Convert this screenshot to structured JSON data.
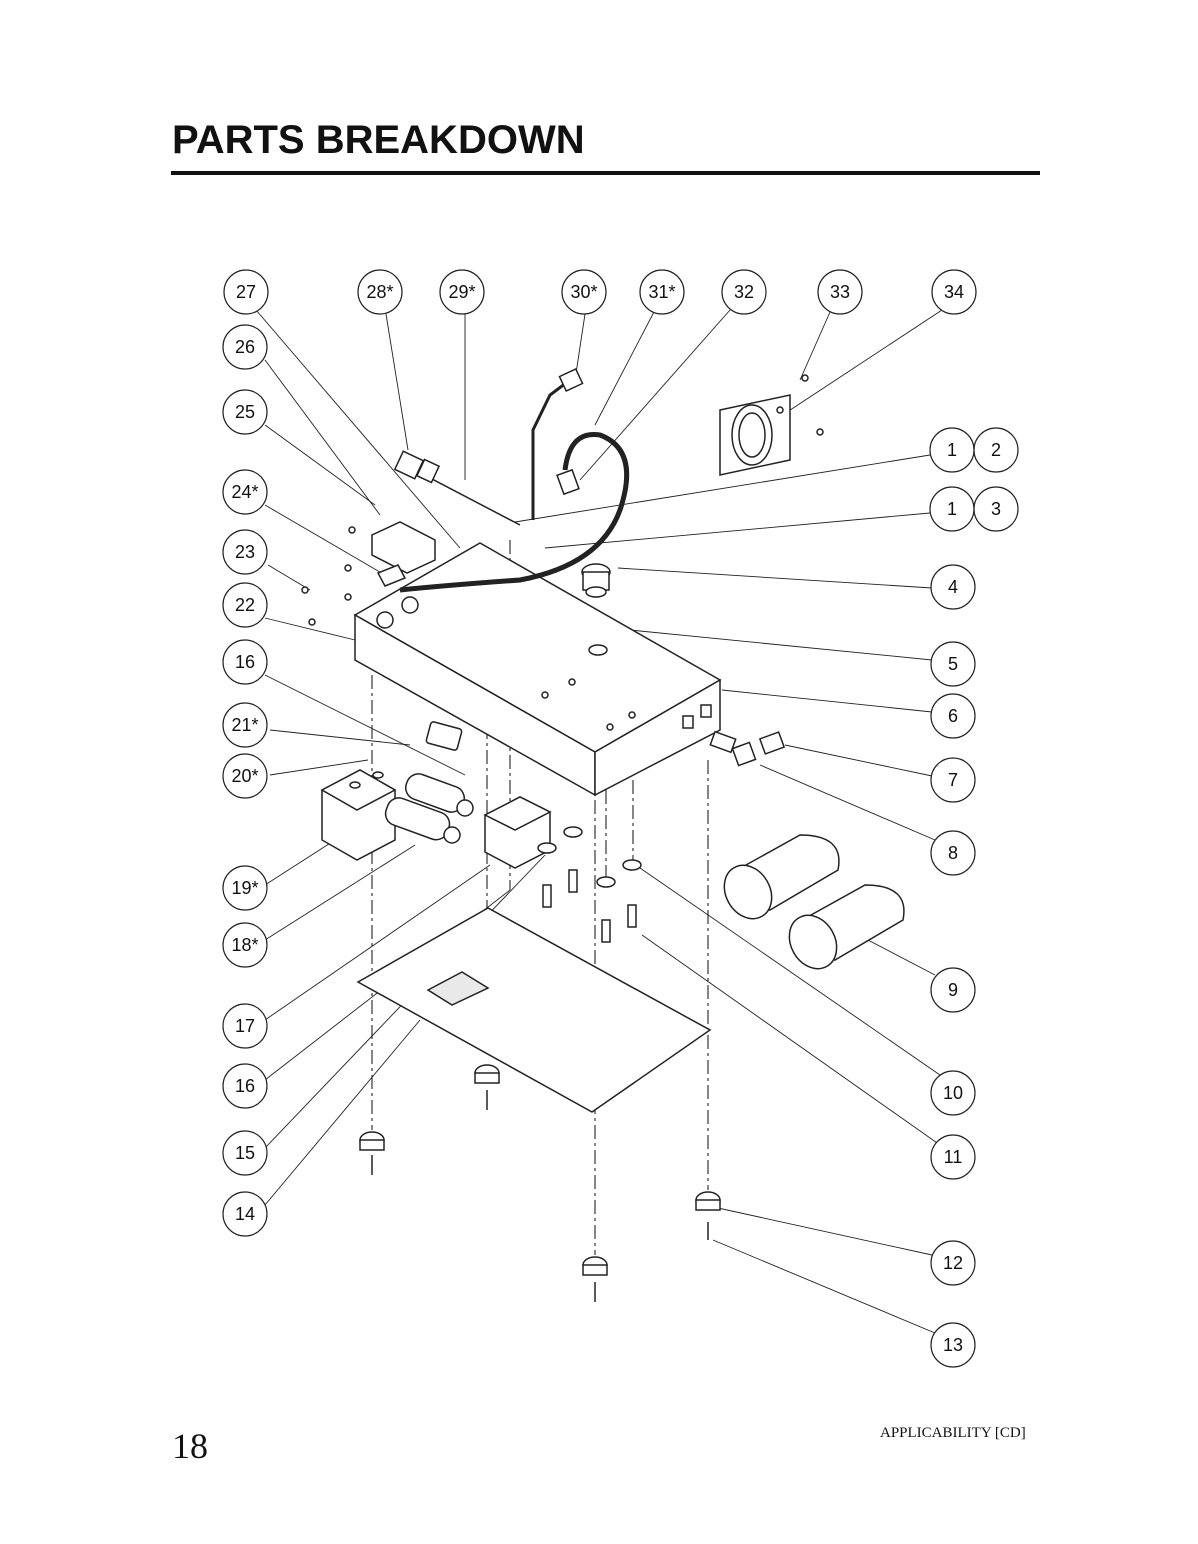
{
  "page": {
    "title": "PARTS BREAKDOWN",
    "page_number": "18",
    "applicability": "APPLICABILITY [CD]"
  },
  "callouts": {
    "c27": "27",
    "c28": "28*",
    "c29": "29*",
    "c30": "30*",
    "c31": "31*",
    "c32": "32",
    "c33": "33",
    "c34": "34",
    "c26": "26",
    "c25": "25",
    "c24": "24*",
    "c23": "23",
    "c22": "22",
    "c16a": "16",
    "c21": "21*",
    "c20": "20*",
    "c19": "19*",
    "c18": "18*",
    "c17": "17",
    "c16b": "16",
    "c15": "15",
    "c14": "14",
    "c1a": "1",
    "c2": "2",
    "c1b": "1",
    "c3": "3",
    "c4": "4",
    "c5": "5",
    "c6": "6",
    "c7": "7",
    "c8": "8",
    "c9": "9",
    "c10": "10",
    "c11": "11",
    "c12": "12",
    "c13": "13"
  }
}
